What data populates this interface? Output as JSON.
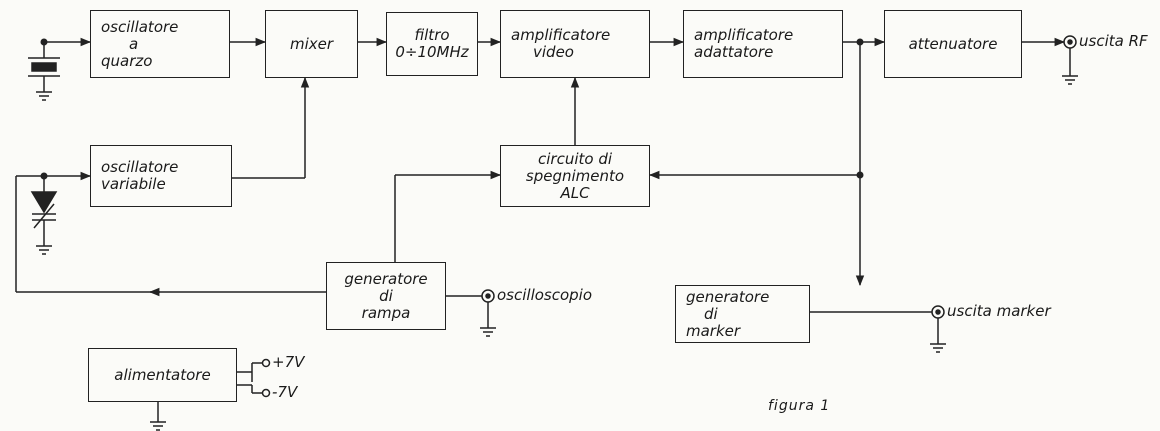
{
  "diagram": {
    "blocks": {
      "oscillatore_quarzo": [
        "oscillatore",
        "a",
        "quarzo"
      ],
      "mixer": [
        "mixer"
      ],
      "filtro": [
        "filtro",
        "0÷10MHz"
      ],
      "amplificatore_video": [
        "amplificatore",
        "video"
      ],
      "amplificatore_adattatore": [
        "amplificatore",
        "adattatore"
      ],
      "attenuatore": [
        "attenuatore"
      ],
      "oscillatore_variabile": [
        "oscillatore",
        "variabile"
      ],
      "circuito_spegnimento": [
        "circuito di",
        "spegnimento",
        "ALC"
      ],
      "generatore_rampa": [
        "generatore",
        "di",
        "rampa"
      ],
      "generatore_marker": [
        "generatore",
        "di",
        "marker"
      ],
      "alimentatore": [
        "alimentatore"
      ]
    },
    "terminals": {
      "uscita_rf": "uscita RF",
      "oscilloscopio": "oscilloscopio",
      "uscita_marker": "uscita marker",
      "plus_7v": "+7V",
      "minus_7v": "-7V"
    },
    "caption": "figura 1"
  }
}
